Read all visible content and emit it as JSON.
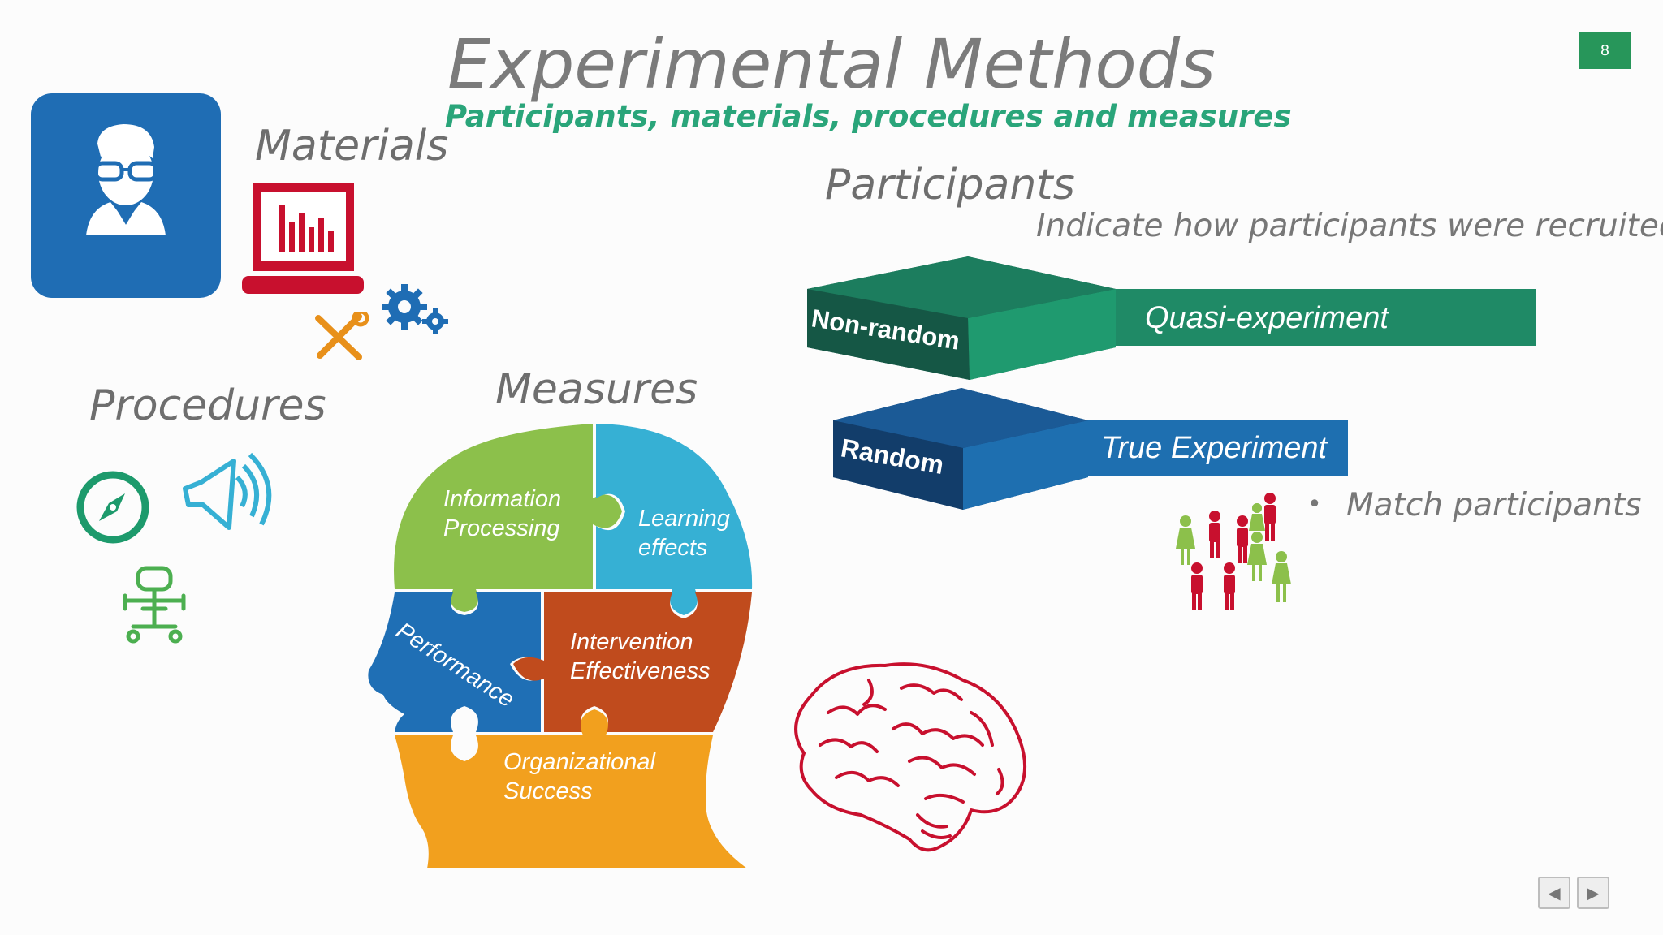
{
  "slide": {
    "title": "Experimental Methods",
    "subtitle": "Participants, materials, procedures and measures",
    "number": "8"
  },
  "materials": {
    "label": "Materials"
  },
  "procedures": {
    "label": "Procedures"
  },
  "measures": {
    "label": "Measures",
    "pieces": {
      "information_processing": [
        "Information",
        "Processing"
      ],
      "learning_effects": [
        "Learning",
        "effects"
      ],
      "performance": "Performance",
      "intervention_effectiveness": [
        "Intervention",
        "Effectiveness"
      ],
      "organizational_success": [
        "Organizational",
        "Success"
      ]
    }
  },
  "participants": {
    "label": "Participants",
    "note": "Indicate how participants were recruited",
    "non_random": {
      "tag": "Non-random",
      "result": "Quasi-experiment"
    },
    "random": {
      "tag": "Random",
      "result": "True Experiment"
    },
    "bullet": "Match participants"
  },
  "colors": {
    "green_bar": "#1f9a6f",
    "green_dark": "#1a6b52",
    "blue_bar": "#1e6fb0",
    "blue_dark": "#174a80",
    "puzzle_green": "#8cc04b",
    "puzzle_cyan": "#36b0d4",
    "puzzle_blue": "#1f6fb5",
    "puzzle_rust": "#c04b1d",
    "puzzle_orange": "#f2a01e",
    "brain_red": "#c8102e"
  },
  "nav": {
    "prev": "previous-slide",
    "next": "next-slide"
  }
}
